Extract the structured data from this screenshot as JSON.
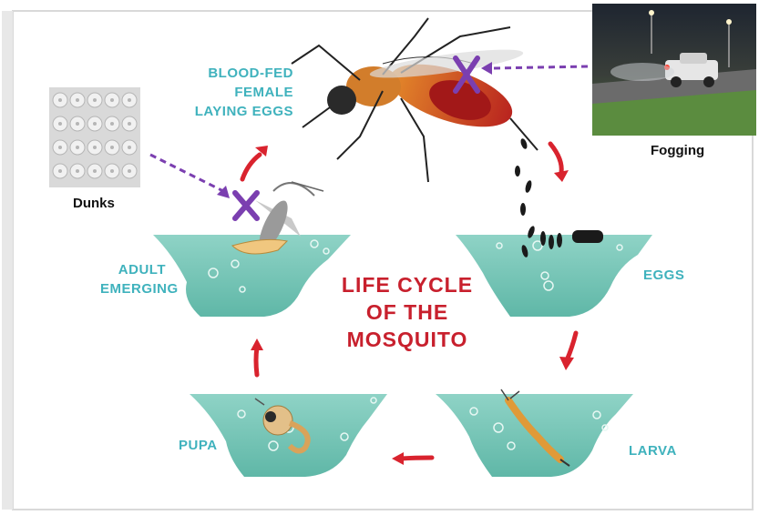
{
  "diagram": {
    "title_lines": [
      "LIFE CYCLE",
      "OF THE",
      "MOSQUITO"
    ],
    "stages": {
      "blood_fed": [
        "BLOOD-FED",
        "FEMALE",
        "LAYING EGGS"
      ],
      "eggs": "EGGS",
      "larva": "LARVA",
      "pupa": "PUPA",
      "adult_emerging": [
        "ADULT",
        "EMERGING"
      ]
    },
    "interventions": {
      "dunks_caption": "Dunks",
      "fogging_caption": "Fogging"
    },
    "colors": {
      "stage_text": "#3fb2bd",
      "title_text": "#c8202d",
      "arrow": "#d9232e",
      "water": "#6fc3b4",
      "blocked_marker": "#7b3fb0"
    }
  }
}
